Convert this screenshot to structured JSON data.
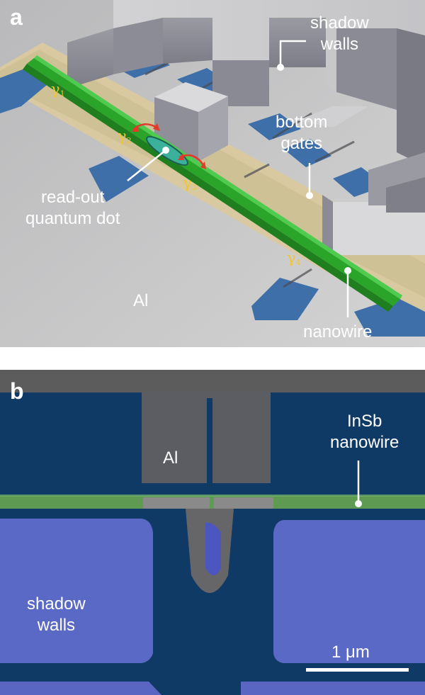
{
  "panel_a": {
    "letter": "a",
    "labels": {
      "shadow_walls": "shadow\nwalls",
      "bottom_gates": "bottom\ngates",
      "readout_qd": "read-out\nquantum dot",
      "al": "Al",
      "nanowire": "nanowire"
    },
    "gammas": [
      {
        "sym": "γ",
        "sub": "1"
      },
      {
        "sym": "γ",
        "sub": "2"
      },
      {
        "sym": "γ",
        "sub": "3"
      },
      {
        "sym": "γ",
        "sub": "4"
      }
    ]
  },
  "panel_b": {
    "letter": "b",
    "labels": {
      "al": "Al",
      "insb_nanowire": "InSb\nnanowire",
      "shadow_walls": "shadow\nwalls"
    },
    "scale_bar": "1 μm"
  },
  "colors": {
    "nanowire_green": "#2aa52a",
    "gate_blue": "#3f6fa8",
    "sem_dark_blue": "#103a66",
    "shadow_wall_violet": "#5b69c6",
    "gamma_yellow": "#f2c431",
    "arrow_red": "#e23b2b"
  }
}
